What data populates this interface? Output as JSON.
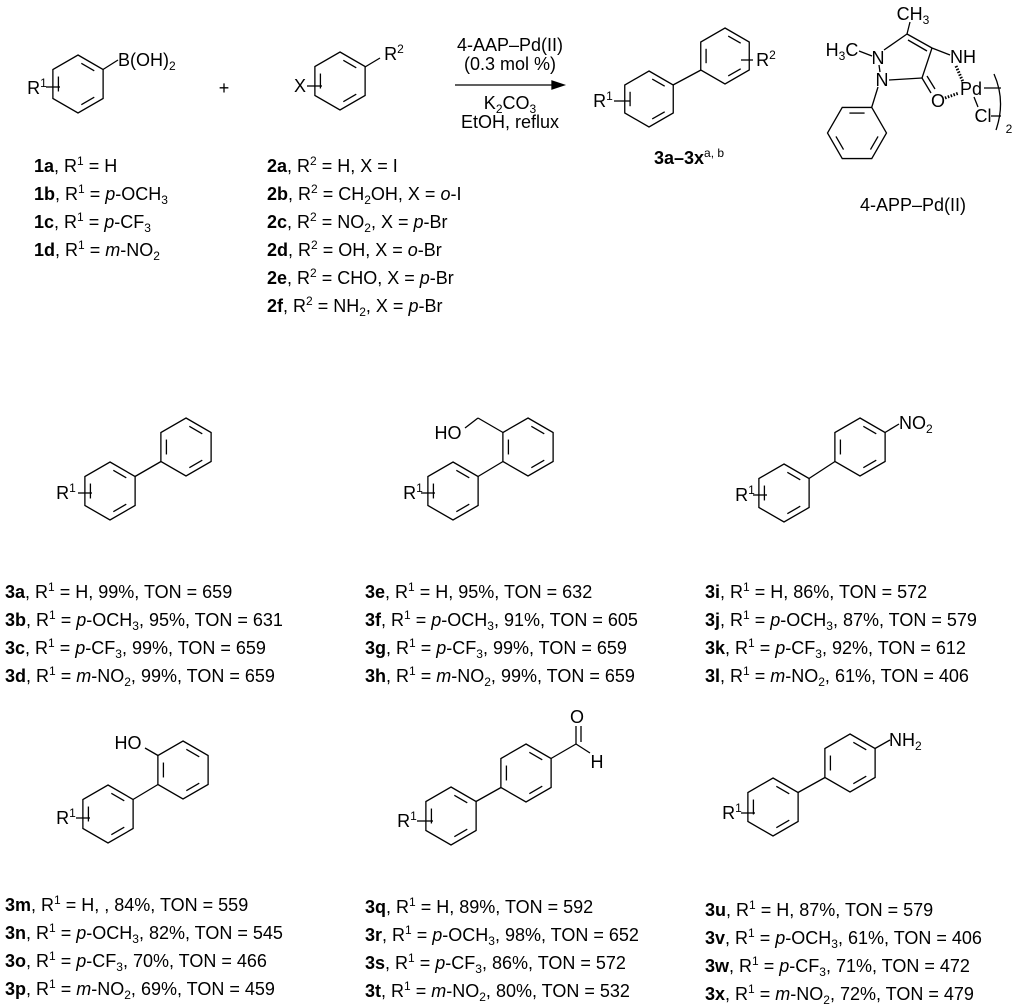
{
  "common": {
    "r": "R",
    "one": "1",
    "eq": " = ",
    "sep": ", ",
    "ton_label": "TON = "
  },
  "reaction": {
    "reactant1_r1": [
      [
        "R"
      ],
      [
        "1",
        "sup"
      ]
    ],
    "reactant1_group": [
      [
        "B(OH)"
      ],
      [
        "2",
        "sub"
      ]
    ],
    "plus": [
      [
        "+"
      ]
    ],
    "reactant2_x": [
      [
        "X"
      ]
    ],
    "reactant2_r2": [
      [
        "R"
      ],
      [
        "2",
        "sup"
      ]
    ],
    "catalyst": [
      [
        "4-AAP–Pd(II)"
      ]
    ],
    "loading": [
      [
        "(0.3 mol %)"
      ]
    ],
    "base": [
      [
        "K"
      ],
      [
        "2",
        "sub"
      ],
      [
        "CO"
      ],
      [
        "3",
        "sub"
      ]
    ],
    "solvent": [
      [
        "EtOH, reflux"
      ]
    ],
    "product_r1": [
      [
        "R"
      ],
      [
        "1",
        "sup"
      ]
    ],
    "product_r2": [
      [
        "R"
      ],
      [
        "2",
        "sup"
      ]
    ],
    "product_label": [
      [
        "3a–3x",
        "b"
      ],
      [
        "a, b",
        "sup"
      ]
    ]
  },
  "catalyst_structure": {
    "ch3": [
      [
        "CH"
      ],
      [
        "3",
        "sub"
      ]
    ],
    "h3c": [
      [
        "H"
      ],
      [
        "3",
        "sub"
      ],
      [
        "C"
      ]
    ],
    "n1": [
      [
        "N"
      ]
    ],
    "n2": [
      [
        "N"
      ]
    ],
    "nh": [
      [
        "NH"
      ]
    ],
    "o": [
      [
        "O"
      ]
    ],
    "pd": [
      [
        "Pd"
      ]
    ],
    "cl": [
      [
        "Cl"
      ]
    ],
    "count": [
      [
        "2"
      ]
    ],
    "name": [
      [
        "4-APP–Pd(II)"
      ]
    ]
  },
  "reactant1_list": [
    [
      [
        "1a",
        "b"
      ],
      [
        ", R"
      ],
      [
        "1",
        "sup"
      ],
      [
        " = H"
      ]
    ],
    [
      [
        "1b",
        "b"
      ],
      [
        ", R"
      ],
      [
        "1",
        "sup"
      ],
      [
        " = "
      ],
      [
        "p",
        "i"
      ],
      [
        "-OCH"
      ],
      [
        "3",
        "sub"
      ]
    ],
    [
      [
        "1c",
        "b"
      ],
      [
        ", R"
      ],
      [
        "1",
        "sup"
      ],
      [
        " = "
      ],
      [
        "p",
        "i"
      ],
      [
        "-CF"
      ],
      [
        "3",
        "sub"
      ]
    ],
    [
      [
        "1d",
        "b"
      ],
      [
        ", R"
      ],
      [
        "1",
        "sup"
      ],
      [
        " = "
      ],
      [
        "m",
        "i"
      ],
      [
        "-NO"
      ],
      [
        "2",
        "sub"
      ]
    ]
  ],
  "reactant2_list": [
    [
      [
        "2a",
        "b"
      ],
      [
        ", R"
      ],
      [
        "2",
        "sup"
      ],
      [
        " = H, X = I"
      ]
    ],
    [
      [
        "2b",
        "b"
      ],
      [
        ", R"
      ],
      [
        "2",
        "sup"
      ],
      [
        " = CH"
      ],
      [
        "2",
        "sub"
      ],
      [
        "OH, X = "
      ],
      [
        "o",
        "i"
      ],
      [
        "-I"
      ]
    ],
    [
      [
        "2c",
        "b"
      ],
      [
        ", R"
      ],
      [
        "2",
        "sup"
      ],
      [
        " = NO"
      ],
      [
        "2",
        "sub"
      ],
      [
        ", X = "
      ],
      [
        "p",
        "i"
      ],
      [
        "-Br"
      ]
    ],
    [
      [
        "2d",
        "b"
      ],
      [
        ", R"
      ],
      [
        "2",
        "sup"
      ],
      [
        " = OH, X = "
      ],
      [
        "o",
        "i"
      ],
      [
        "-Br"
      ]
    ],
    [
      [
        "2e",
        "b"
      ],
      [
        ", R"
      ],
      [
        "2",
        "sup"
      ],
      [
        " = CHO, X = "
      ],
      [
        "p",
        "i"
      ],
      [
        "-Br"
      ]
    ],
    [
      [
        "2f",
        "b"
      ],
      [
        ", R"
      ],
      [
        "2",
        "sup"
      ],
      [
        " = NH"
      ],
      [
        "2",
        "sub"
      ],
      [
        ", X = "
      ],
      [
        "p",
        "i"
      ],
      [
        "-Br"
      ]
    ]
  ],
  "product_groups": [
    {
      "r1_label": [
        [
          "R"
        ],
        [
          "1",
          "sup"
        ]
      ],
      "substituent": [],
      "items": [
        {
          "id": "3a",
          "pos": "",
          "group": "H",
          "sub": "",
          "yield": "99%",
          "ton": "659"
        },
        {
          "id": "3b",
          "pos": "p",
          "group": "-OCH",
          "sub": "3",
          "yield": "95%",
          "ton": "631"
        },
        {
          "id": "3c",
          "pos": "p",
          "group": "-CF",
          "sub": "3",
          "yield": "99%",
          "ton": "659"
        },
        {
          "id": "3d",
          "pos": "m",
          "group": "-NO",
          "sub": "2",
          "yield": "99%",
          "ton": "659"
        }
      ]
    },
    {
      "r1_label": [
        [
          "R"
        ],
        [
          "1",
          "sup"
        ]
      ],
      "substituent": [
        [
          "HO"
        ]
      ],
      "items": [
        {
          "id": "3e",
          "pos": "",
          "group": "H",
          "sub": "",
          "yield": "95%",
          "ton": "632"
        },
        {
          "id": "3f",
          "pos": "p",
          "group": "-OCH",
          "sub": "3",
          "yield": "91%",
          "ton": "605"
        },
        {
          "id": "3g",
          "pos": "p",
          "group": "-CF",
          "sub": "3",
          "yield": "99%",
          "ton": "659"
        },
        {
          "id": "3h",
          "pos": "m",
          "group": "-NO",
          "sub": "2",
          "yield": "99%",
          "ton": "659"
        }
      ]
    },
    {
      "r1_label": [
        [
          "R"
        ],
        [
          "1",
          "sup"
        ]
      ],
      "substituent": [
        [
          "NO"
        ],
        [
          "2",
          "sub"
        ]
      ],
      "items": [
        {
          "id": "3i",
          "pos": "",
          "group": "H",
          "sub": "",
          "yield": "86%",
          "ton": "572"
        },
        {
          "id": "3j",
          "pos": "p",
          "group": "-OCH",
          "sub": "3",
          "yield": "87%",
          "ton": "579"
        },
        {
          "id": "3k",
          "pos": "p",
          "group": "-CF",
          "sub": "3",
          "yield": "92%",
          "ton": "612"
        },
        {
          "id": "3l",
          "pos": "m",
          "group": "-NO",
          "sub": "2",
          "yield": "61%",
          "ton": "406"
        }
      ]
    },
    {
      "r1_label": [
        [
          "R"
        ],
        [
          "1",
          "sup"
        ]
      ],
      "substituent": [
        [
          "HO"
        ]
      ],
      "items": [
        {
          "id": "3m",
          "pos": "",
          "group": "H, ",
          "sub": "",
          "yield": "84%",
          "ton": "559"
        },
        {
          "id": "3n",
          "pos": "p",
          "group": "-OCH",
          "sub": "3",
          "yield": "82%",
          "ton": "545"
        },
        {
          "id": "3o",
          "pos": "p",
          "group": "-CF",
          "sub": "3",
          "yield": "70%",
          "ton": "466"
        },
        {
          "id": "3p",
          "pos": "m",
          "group": "-NO",
          "sub": "2",
          "yield": "69%",
          "ton": "459"
        }
      ]
    },
    {
      "r1_label": [
        [
          "R"
        ],
        [
          "1",
          "sup"
        ]
      ],
      "substituent": [
        [
          "O"
        ]
      ],
      "substituent2": [
        [
          "H"
        ]
      ],
      "items": [
        {
          "id": "3q",
          "pos": "",
          "group": "H",
          "sub": "",
          "yield": "89%",
          "ton": "592"
        },
        {
          "id": "3r",
          "pos": "p",
          "group": "-OCH",
          "sub": "3",
          "yield": "98%",
          "ton": "652"
        },
        {
          "id": "3s",
          "pos": "p",
          "group": "-CF",
          "sub": "3",
          "yield": "86%",
          "ton": "572"
        },
        {
          "id": "3t",
          "pos": "m",
          "group": "-NO",
          "sub": "2",
          "yield": "80%",
          "ton": "532"
        }
      ]
    },
    {
      "r1_label": [
        [
          "R"
        ],
        [
          "1",
          "sup"
        ]
      ],
      "substituent": [
        [
          "NH"
        ],
        [
          "2",
          "sub"
        ]
      ],
      "items": [
        {
          "id": "3u",
          "pos": "",
          "group": "H",
          "sub": "",
          "yield": "87%",
          "ton": "579"
        },
        {
          "id": "3v",
          "pos": "p",
          "group": "-OCH",
          "sub": "3",
          "yield": "61%",
          "ton": "406"
        },
        {
          "id": "3w",
          "pos": "p",
          "group": "-CF",
          "sub": "3",
          "yield": "71%",
          "ton": "472"
        },
        {
          "id": "3x",
          "pos": "m",
          "group": "-NO",
          "sub": "2",
          "yield": "72%",
          "ton": "479"
        }
      ]
    }
  ]
}
